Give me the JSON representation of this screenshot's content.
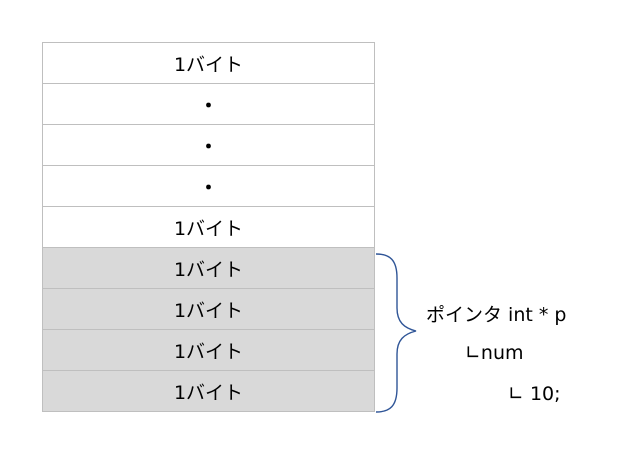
{
  "cells": [
    {
      "text": "1バイト",
      "shaded": false
    },
    {
      "text": "・",
      "shaded": false
    },
    {
      "text": "・",
      "shaded": false
    },
    {
      "text": "・",
      "shaded": false
    },
    {
      "text": "1バイト",
      "shaded": false
    },
    {
      "text": "1バイト",
      "shaded": true
    },
    {
      "text": "1バイト",
      "shaded": true
    },
    {
      "text": "1バイト",
      "shaded": true
    },
    {
      "text": "1バイト",
      "shaded": true
    }
  ],
  "annotation": {
    "line1": "ポインタ int * p",
    "line2": "∟num",
    "line3": "∟ 10;"
  },
  "colors": {
    "shade": "#d9d9d9",
    "border": "#bfbfbf",
    "brace": "#2f5597"
  }
}
